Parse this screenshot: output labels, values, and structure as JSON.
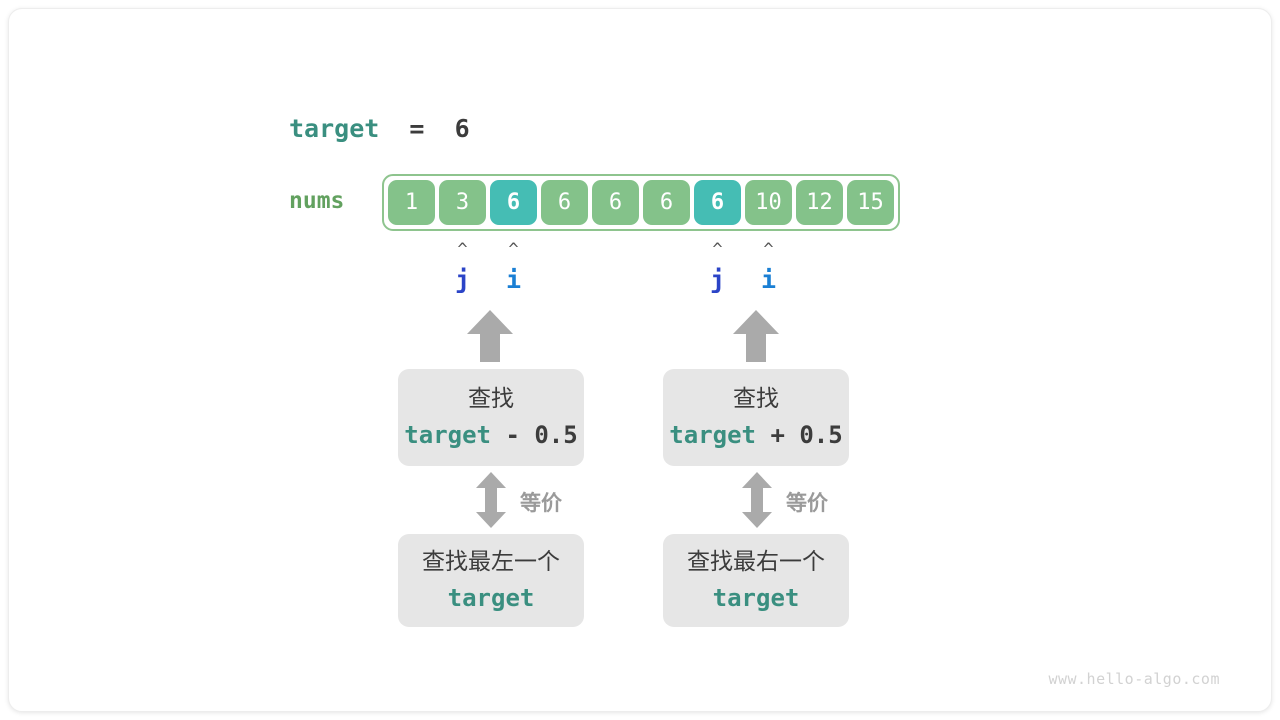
{
  "diagram": {
    "title_expr": {
      "name": "target",
      "equals": "=",
      "value": "6"
    },
    "array": {
      "label": "nums",
      "cells": [
        {
          "value": "1",
          "highlight": false
        },
        {
          "value": "3",
          "highlight": false
        },
        {
          "value": "6",
          "highlight": true
        },
        {
          "value": "6",
          "highlight": false
        },
        {
          "value": "6",
          "highlight": false
        },
        {
          "value": "6",
          "highlight": false
        },
        {
          "value": "6",
          "highlight": true
        },
        {
          "value": "10",
          "highlight": false
        },
        {
          "value": "12",
          "highlight": false
        },
        {
          "value": "15",
          "highlight": false
        }
      ]
    },
    "pointers": [
      {
        "caret": "^",
        "label": "j",
        "group": "left",
        "cell_index": 1
      },
      {
        "caret": "^",
        "label": "i",
        "group": "left",
        "cell_index": 2
      },
      {
        "caret": "^",
        "label": "j",
        "group": "right",
        "cell_index": 6
      },
      {
        "caret": "^",
        "label": "i",
        "group": "right",
        "cell_index": 7
      }
    ],
    "branches": [
      {
        "side": "left",
        "top_box": {
          "line1": "查找",
          "expr_name": "target",
          "expr_rest": " - 0.5"
        },
        "equiv_label": "等价",
        "bottom_box": {
          "line1": "查找最左一个",
          "expr_name": "target"
        }
      },
      {
        "side": "right",
        "top_box": {
          "line1": "查找",
          "expr_name": "target",
          "expr_rest": " + 0.5"
        },
        "equiv_label": "等价",
        "bottom_box": {
          "line1": "查找最右一个",
          "expr_name": "target"
        }
      }
    ],
    "watermark": "www.hello-algo.com",
    "colors": {
      "cell_normal": "#84c28a",
      "cell_highlight": "#45bdb4",
      "array_border": "#8ec48e",
      "nums_label": "#62a15f",
      "keyword_green": "#3a8f80",
      "text_dark": "#3c3c3c",
      "pointer_j": "#2b44c7",
      "pointer_i": "#1a7fd4",
      "arrow_gray": "#aaaaaa",
      "box_bg": "#e6e6e6",
      "watermark": "#d2d2d2"
    }
  }
}
